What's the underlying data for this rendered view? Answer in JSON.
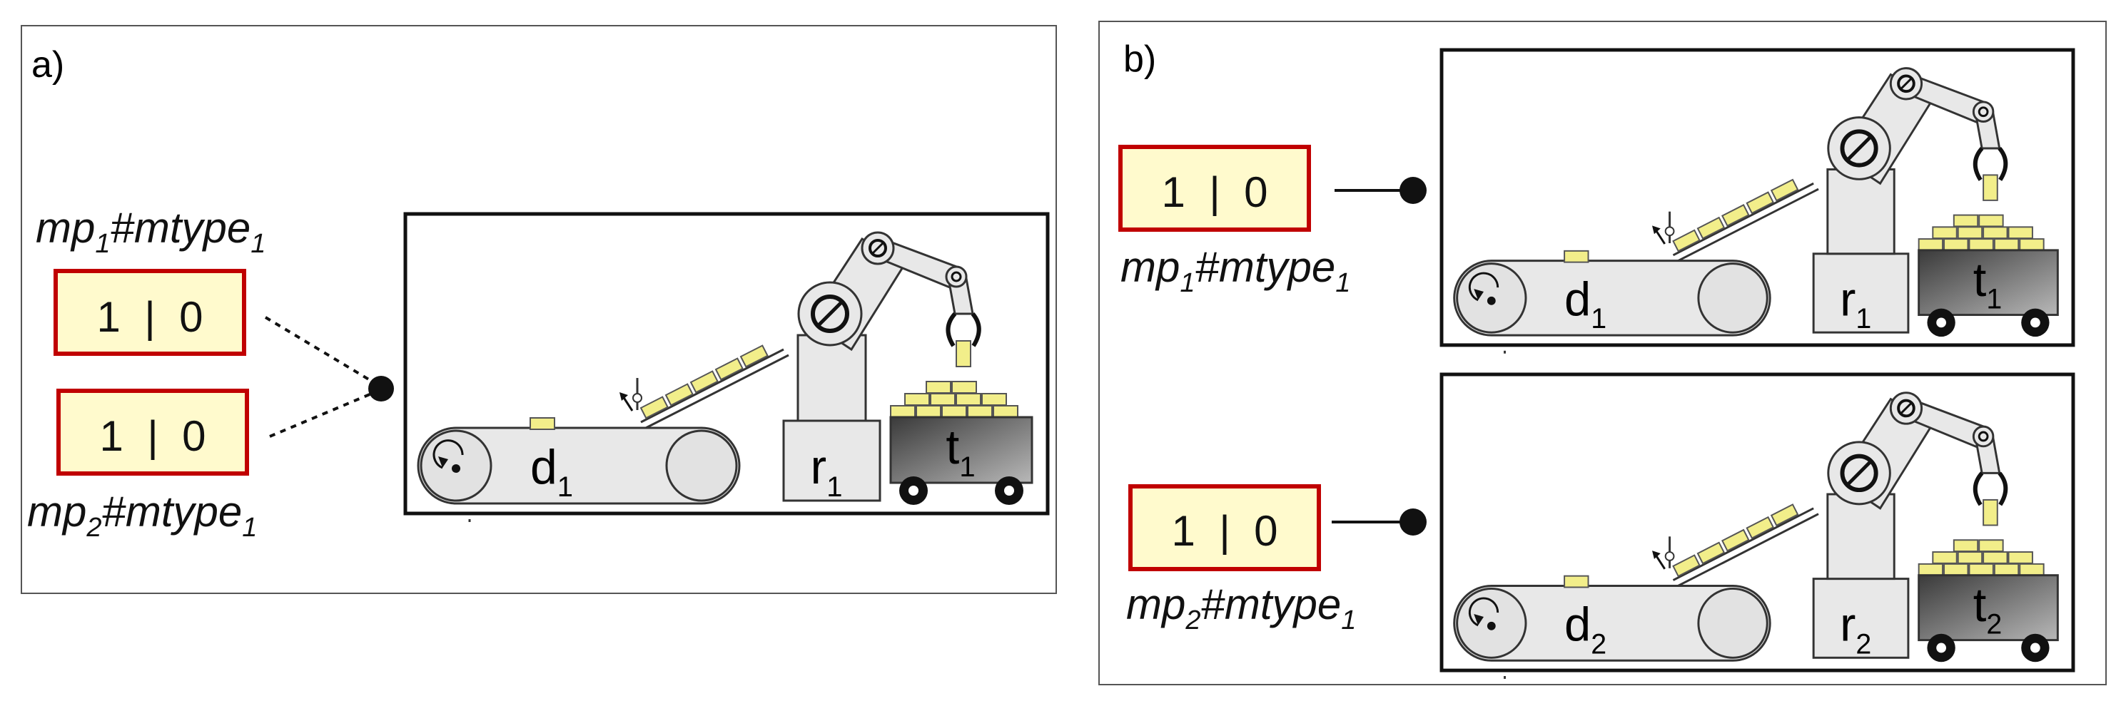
{
  "panel_a": {
    "label": "a)",
    "mp1": {
      "prefix": "mp",
      "sub": "1",
      "mid": "#mtype",
      "sub2": "1",
      "value": "1  |  0"
    },
    "mp2": {
      "prefix": "mp",
      "sub": "2",
      "mid": "#mtype",
      "sub2": "1",
      "value": "1  |  0"
    },
    "cell": {
      "d": "d",
      "d_sub": "1",
      "r": "r",
      "r_sub": "1",
      "t": "t",
      "t_sub": "1"
    }
  },
  "panel_b": {
    "label": "b)",
    "mp1": {
      "prefix": "mp",
      "sub": "1",
      "mid": "#mtype",
      "sub2": "1",
      "value": "1  |  0"
    },
    "mp2": {
      "prefix": "mp",
      "sub": "2",
      "mid": "#mtype",
      "sub2": "1",
      "value": "1  |  0"
    },
    "cell1": {
      "d": "d",
      "d_sub": "1",
      "r": "r",
      "r_sub": "1",
      "t": "t",
      "t_sub": "1"
    },
    "cell2": {
      "d": "d",
      "d_sub": "2",
      "r": "r",
      "r_sub": "2",
      "t": "t",
      "t_sub": "2"
    }
  },
  "colors": {
    "box_fill": "#fffacd",
    "box_border": "#c00000",
    "gray": "#e6e6e6",
    "block": "#f2ee8a"
  }
}
